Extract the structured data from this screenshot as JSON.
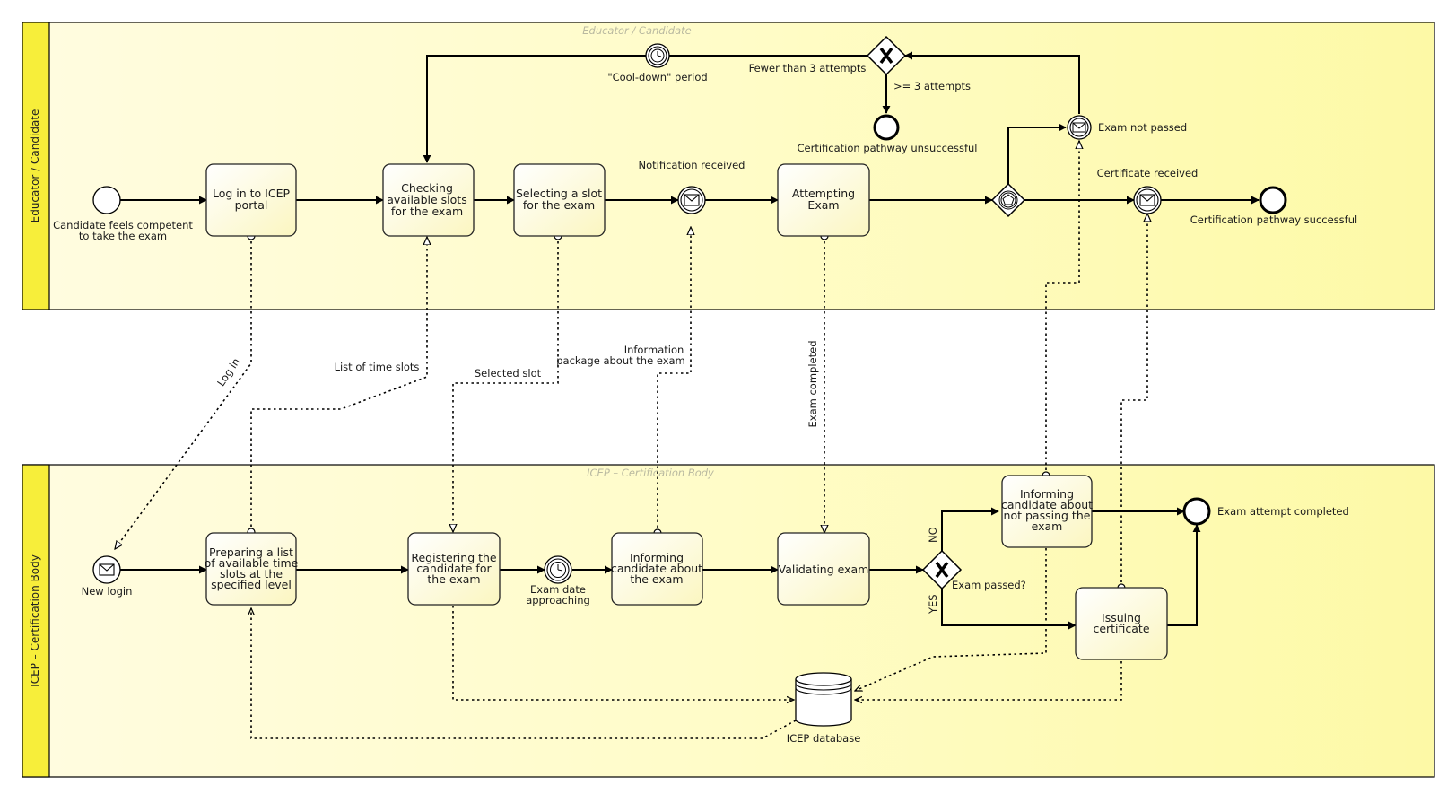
{
  "pools": {
    "candidate": {
      "name": "Educator / Candidate",
      "header": "Educator / Candidate"
    },
    "icep": {
      "name": "ICEP – Certification Body",
      "header": "ICEP – Certification Body"
    }
  },
  "colors": {
    "pool_fill": "#fffdc2",
    "header_fill": "#f7ee3a",
    "task_fill": "#fffbd4"
  },
  "candidate_lane": {
    "start_event": "Candidate feels competent to take the exam",
    "start_event_lines": [
      "Candidate feels competent",
      "to take the exam"
    ],
    "tasks": {
      "login": [
        "Log in to ICEP",
        "portal"
      ],
      "checking": [
        "Checking",
        "available slots",
        "for the exam"
      ],
      "selecting": [
        "Selecting a slot",
        "for the exam"
      ],
      "attempting": [
        "Attempting",
        "Exam"
      ]
    },
    "events": {
      "notification_received": "Notification received",
      "exam_not_passed": "Exam not passed",
      "certificate_received": "Certificate received",
      "cooldown": "\"Cool-down\" period",
      "pathway_unsuccessful": "Certification pathway unsuccessful",
      "pathway_successful": "Certification pathway successful"
    },
    "gateway_flows": {
      "fewer_than_3": "Fewer than 3 attempts",
      "three_or_more": ">= 3 attempts"
    }
  },
  "icep_lane": {
    "tasks": {
      "preparing": [
        "Preparing a list",
        "of available time",
        "slots at the",
        "specified level"
      ],
      "registering": [
        "Registering the",
        "candidate for",
        "the exam"
      ],
      "informing_exam": [
        "Informing",
        "candidate about",
        "the exam"
      ],
      "validating": [
        "Validating exam"
      ],
      "informing_not_passing": [
        "Informing",
        "candidate about",
        "not passing the",
        "exam"
      ],
      "issuing": [
        "Issuing",
        "certificate"
      ]
    },
    "events": {
      "new_login": "New login",
      "exam_date_approaching": [
        "Exam date",
        "approaching"
      ],
      "exam_attempt_completed": "Exam attempt completed"
    },
    "gateway": {
      "label": "Exam passed?",
      "no": "NO",
      "yes": "YES"
    },
    "database": "ICEP database"
  },
  "message_flows": {
    "log_in": "Log in",
    "list_of_time_slots": "List of time slots",
    "selected_slot": "Selected slot",
    "information_package": [
      "Information",
      "package about the exam"
    ],
    "exam_completed": "Exam completed"
  }
}
